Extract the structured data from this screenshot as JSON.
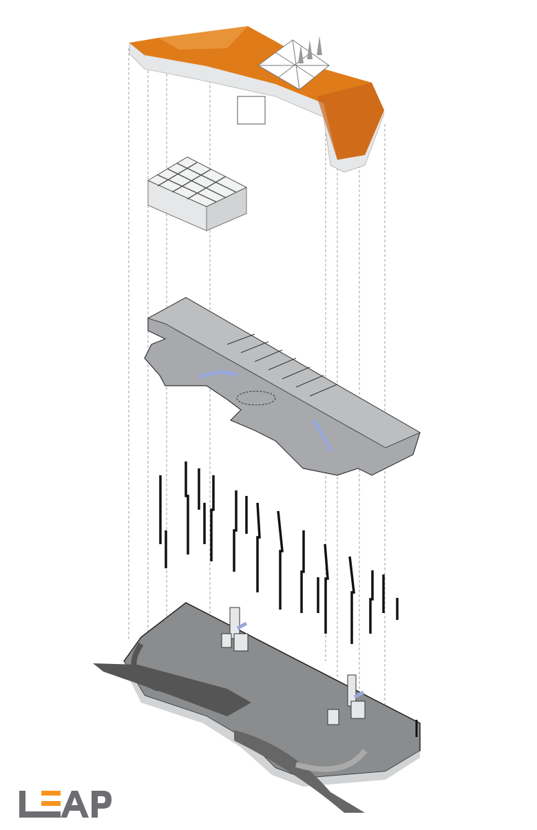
{
  "logo": {
    "text": "LEAP",
    "accent_color": "#f7941d",
    "gray_color": "#6d6e71"
  },
  "colors": {
    "roof": "#e07b1a",
    "floor": "#a7a9ac",
    "ground": "#8a8c8e",
    "walls": "#111111",
    "water": "#9aa8d8"
  },
  "layers": [
    "roof",
    "gallery-box",
    "upper-floor",
    "wall-fins",
    "ground-floor"
  ]
}
